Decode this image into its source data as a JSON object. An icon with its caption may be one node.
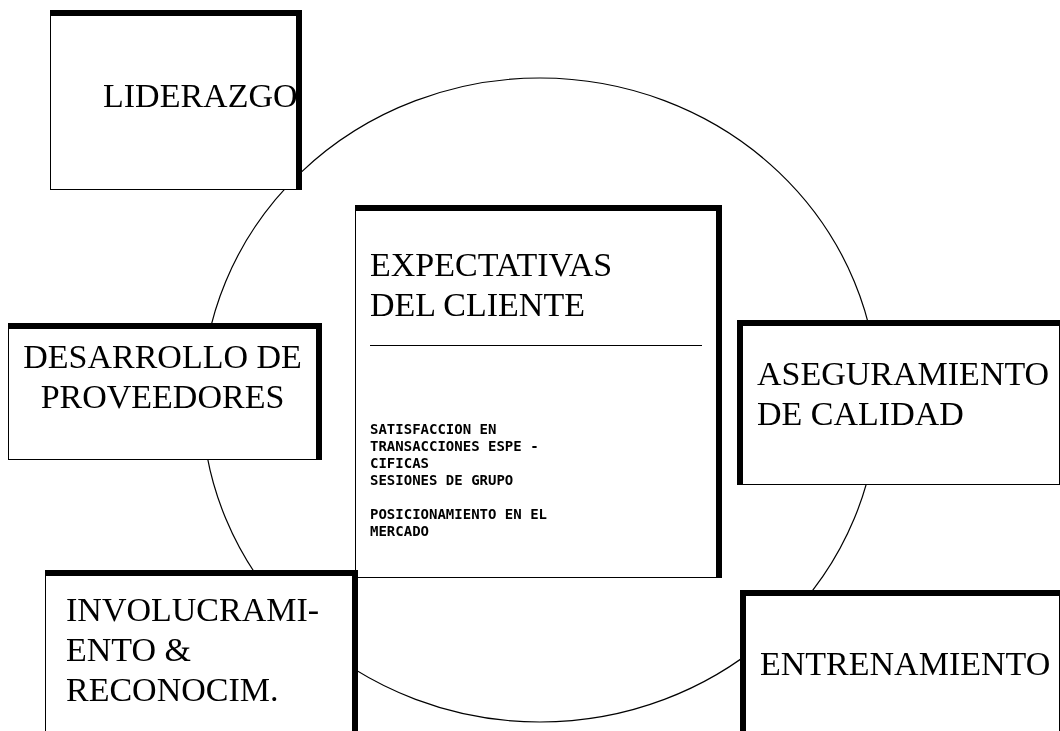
{
  "diagram": {
    "nodes": [
      {
        "text": [
          "LIDERAZGO"
        ]
      },
      {
        "text": [
          "EXPECTATIVAS DEL CLIENTE",
          "SATISFACCION EN TRANSACCIONES ESPE - CIFICAS",
          "SESIONES DE GRUPO",
          "POSICIONAMIENTO EN EL MERCADO"
        ]
      },
      {
        "text": [
          "DESARROLLO DE PROVEEDORES"
        ]
      },
      {
        "text": [
          "ASEGURAMIENTO DE CALIDAD"
        ]
      },
      {
        "text": [
          "INVOLUCRAMI- ENTO & RECONOCIM."
        ]
      },
      {
        "text": [
          "ENTRENAMIENTO"
        ]
      }
    ],
    "edges": []
  }
}
